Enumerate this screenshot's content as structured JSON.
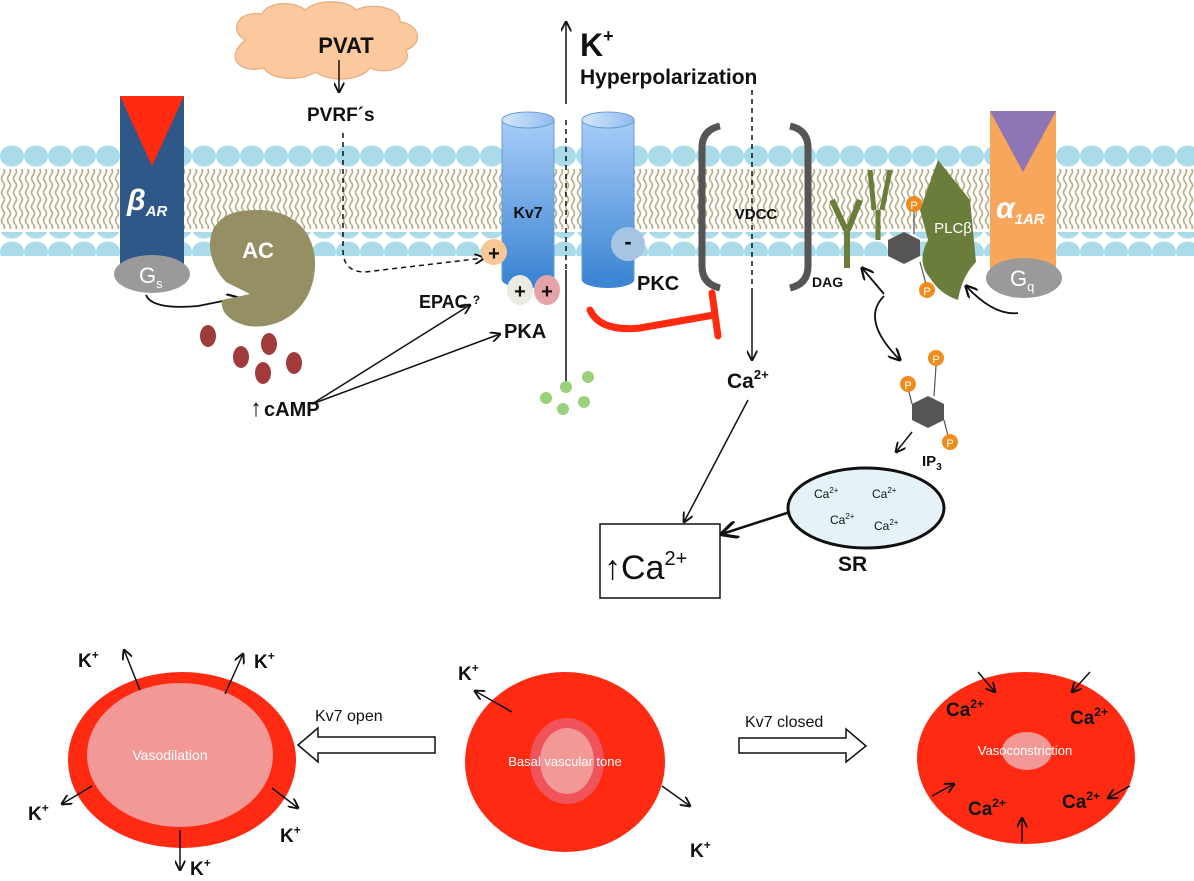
{
  "membrane": {
    "pvat": "PVAT",
    "pvrf": "PVRF´s",
    "k_top": "K",
    "k_top_sup": "+",
    "hyperpolarization": "Hyperpolarization",
    "beta_ar_main": "β",
    "beta_ar_sub": "AR",
    "alpha_ar_main": "α",
    "alpha_ar_sub": "1",
    "alpha_ar_sub2": "AR",
    "gs_main": "G",
    "gs_sub": "s",
    "gq_main": "G",
    "gq_sub": "q",
    "ac": "AC",
    "kv7": "Kv7",
    "vdcc": "VDCC",
    "plcb": "PLCβ",
    "dag": "DAG",
    "pkc": "PKC",
    "pka": "PKA",
    "epac": "EPAC",
    "epac_q": "?",
    "camp_arrow": "↑",
    "camp": "cAMP",
    "plus": "+",
    "minus": "-",
    "p": "P",
    "ca_main": "Ca",
    "ca_sup": "2+",
    "ip3_main": "IP",
    "ip3_sub": "3",
    "sr": "SR",
    "sr_ca": "Ca",
    "sr_ca_sup": "2+",
    "box_arrow": "↑",
    "box_ca": "Ca",
    "box_sup": "2+"
  },
  "vessels": {
    "vasodilation": "Vasodilation",
    "basal": "Basal vascular tone",
    "vasoconstriction": "Vasoconstriction",
    "kv7_open": "Kv7 open",
    "kv7_closed": "Kv7 closed",
    "k_main": "K",
    "k_sup": "+",
    "ca_main": "Ca",
    "ca_sup": "2+"
  },
  "colors": {
    "membrane_head": "#a9dbe9",
    "lipid_tail": "#b6ab82",
    "beta_ar": "#2f5788",
    "alpha_ar": "#f7a65c",
    "ligand_red": "#ff2a10",
    "ligand_purple": "#8e76b4",
    "ac": "#978f64",
    "kv7": "#79a9e6",
    "plc": "#6b7d3a",
    "camp_dot": "#a13b3b",
    "ion_dot": "#9bd17a",
    "phosphate": "#ef8c1e",
    "sr_fill": "#e5f3f9",
    "vessel_outer": "#ff2a12",
    "vessel_lumen": "#f29896"
  }
}
